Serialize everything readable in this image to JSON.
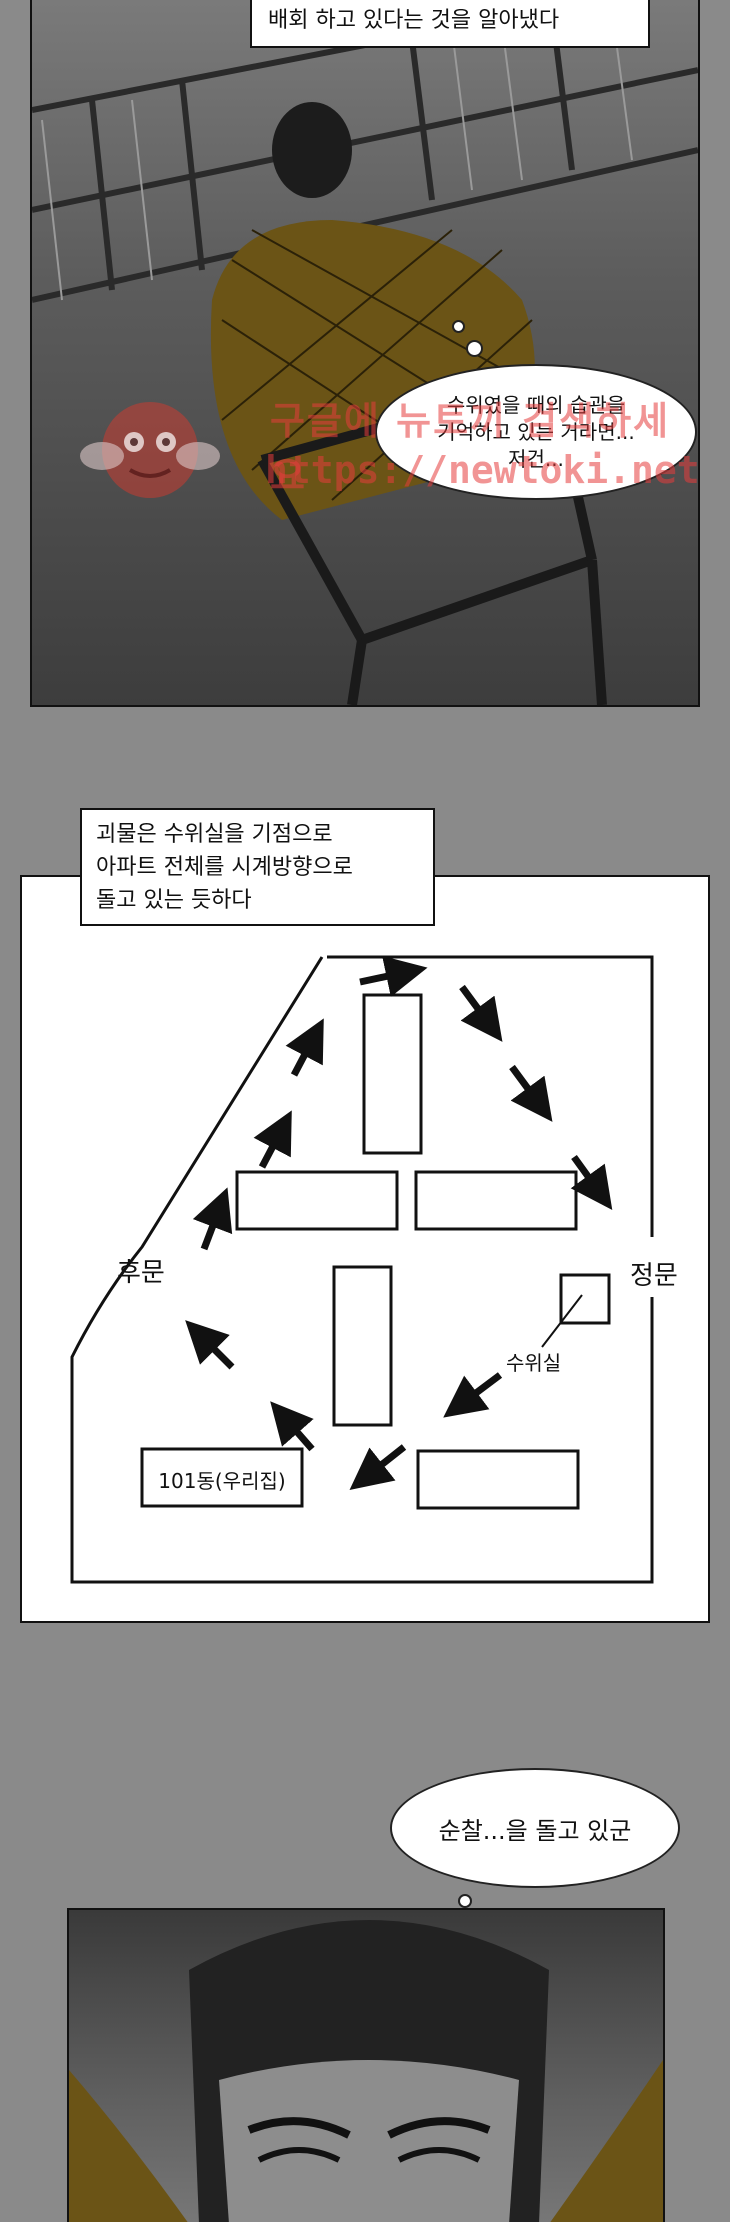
{
  "panel1": {
    "caption": "배회 하고 있다는 것을 알아냈다",
    "bubble_lines": [
      "수위였을 때의 습관을",
      "기억하고 있는 거라면...",
      "저건..."
    ]
  },
  "watermark": {
    "line1": "구글에 뉴토끼 검색하세요",
    "line2": "https://newtoki.net"
  },
  "panel2": {
    "caption_lines": [
      "괴물은 수위실을 기점으로",
      "아파트 전체를 시계방향으로",
      "돌고 있는 듯하다"
    ],
    "labels": {
      "back_gate": "후문",
      "front_gate": "정문",
      "guard_room": "수위실",
      "building": "101동(우리집)"
    }
  },
  "panel3": {
    "bubble": "순찰...을 돌고 있군"
  }
}
